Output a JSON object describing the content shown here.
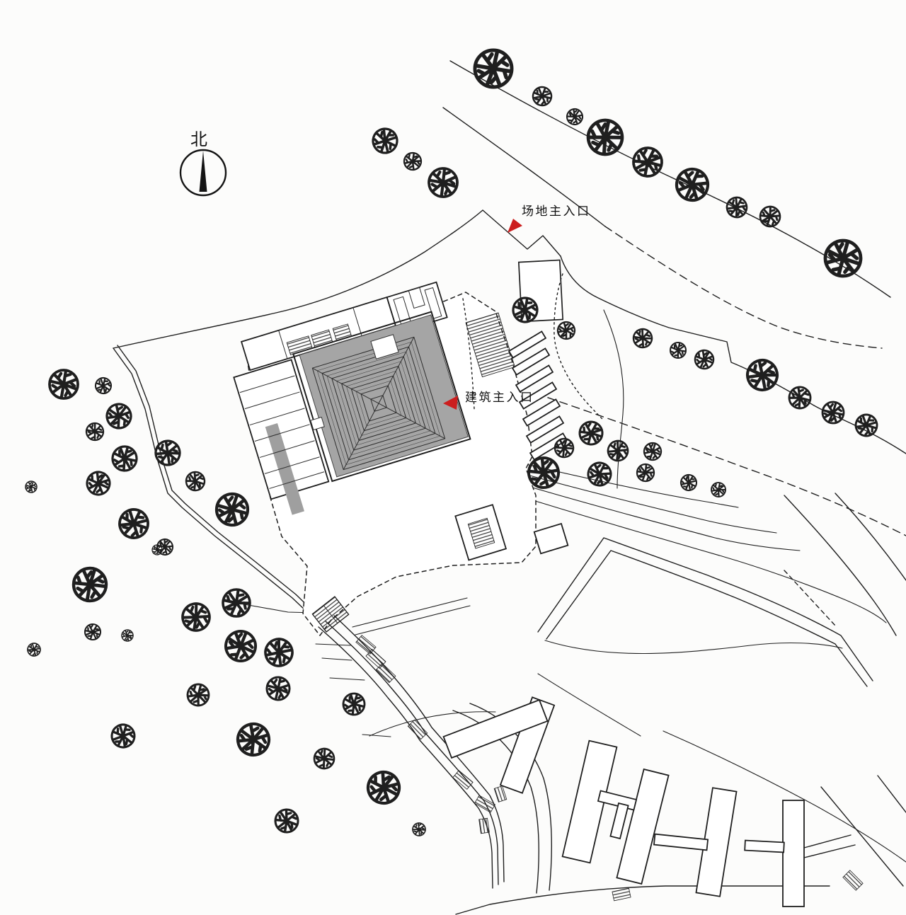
{
  "compass": {
    "label": "北"
  },
  "annotations": {
    "site_entrance": {
      "label": "场地主入口",
      "marker": "red-triangle"
    },
    "building_entrance": {
      "label": "建筑主入口",
      "marker": "red-triangle"
    }
  },
  "colors": {
    "ink": "#1f1f1f",
    "paper": "#fcfcfb",
    "roof_gray": "#a5a5a5",
    "marker_red": "#cc1e1e"
  },
  "trees": [
    [
      697,
      97,
      26
    ],
    [
      766,
      136,
      13
    ],
    [
      812,
      165,
      11
    ],
    [
      855,
      194,
      24
    ],
    [
      915,
      229,
      20
    ],
    [
      978,
      261,
      22
    ],
    [
      1041,
      293,
      14
    ],
    [
      1088,
      306,
      14
    ],
    [
      1191,
      365,
      25
    ],
    [
      544,
      199,
      17
    ],
    [
      583,
      228,
      12
    ],
    [
      626,
      258,
      20
    ],
    [
      742,
      438,
      17
    ],
    [
      800,
      467,
      12
    ],
    [
      908,
      478,
      13
    ],
    [
      958,
      495,
      11
    ],
    [
      995,
      508,
      13
    ],
    [
      1077,
      530,
      21
    ],
    [
      1130,
      562,
      15
    ],
    [
      1177,
      583,
      15
    ],
    [
      1224,
      601,
      15
    ],
    [
      768,
      668,
      21
    ],
    [
      797,
      633,
      13
    ],
    [
      835,
      612,
      16
    ],
    [
      847,
      670,
      16
    ],
    [
      873,
      637,
      14
    ],
    [
      912,
      668,
      12
    ],
    [
      922,
      638,
      12
    ],
    [
      973,
      682,
      11
    ],
    [
      1015,
      692,
      10
    ],
    [
      90,
      543,
      20
    ],
    [
      146,
      545,
      11
    ],
    [
      168,
      588,
      17
    ],
    [
      134,
      610,
      12
    ],
    [
      176,
      648,
      17
    ],
    [
      139,
      683,
      16
    ],
    [
      237,
      640,
      17
    ],
    [
      276,
      680,
      13
    ],
    [
      328,
      720,
      22
    ],
    [
      189,
      740,
      20
    ],
    [
      233,
      773,
      11
    ],
    [
      127,
      826,
      23
    ],
    [
      131,
      893,
      11
    ],
    [
      180,
      898,
      8
    ],
    [
      277,
      872,
      19
    ],
    [
      334,
      852,
      19
    ],
    [
      340,
      913,
      21
    ],
    [
      394,
      922,
      19
    ],
    [
      280,
      982,
      15
    ],
    [
      393,
      973,
      16
    ],
    [
      174,
      1040,
      16
    ],
    [
      358,
      1045,
      22
    ],
    [
      458,
      1072,
      14
    ],
    [
      500,
      995,
      15
    ],
    [
      542,
      1113,
      22
    ],
    [
      592,
      1172,
      9
    ],
    [
      405,
      1160,
      16
    ],
    [
      44,
      688,
      8
    ],
    [
      48,
      918,
      9
    ],
    [
      222,
      777,
      7
    ]
  ]
}
